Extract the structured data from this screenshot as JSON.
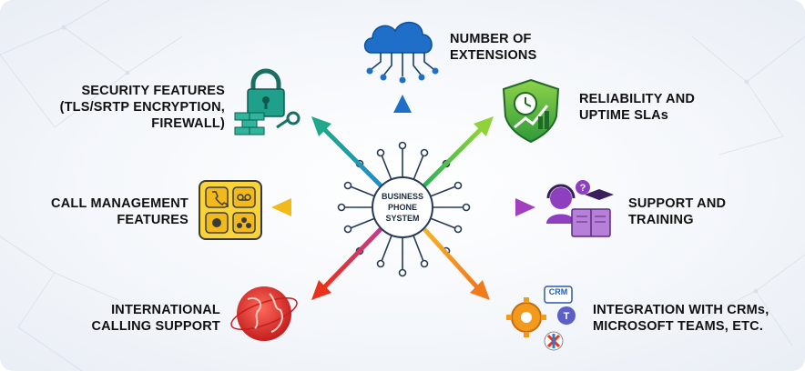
{
  "center": {
    "lines": [
      "BUSINESS",
      "PHONE",
      "SYSTEM"
    ]
  },
  "features": {
    "extensions": {
      "lines": [
        "NUMBER OF",
        "EXTENSIONS"
      ],
      "icon": "cloud-network-icon",
      "color": "#1f7bd6"
    },
    "reliability": {
      "lines": [
        "RELIABILITY AND",
        "UPTIME SLAs"
      ],
      "icon": "shield-clock-icon",
      "color": "#6cc12a"
    },
    "support": {
      "lines": [
        "SUPPORT AND",
        "TRAINING"
      ],
      "icon": "headset-book-icon",
      "color": "#8e3fbf"
    },
    "integration": {
      "lines": [
        "INTEGRATION WITH CRMs,",
        "MICROSOFT TEAMS, ETC."
      ],
      "icon": "gear-integrations-icon",
      "color": "#f08a1c",
      "badges": [
        "CRM"
      ]
    },
    "international": {
      "lines": [
        "INTERNATIONAL",
        "CALLING SUPPORT"
      ],
      "icon": "globe-icon",
      "color": "#e23a2e"
    },
    "call_management": {
      "lines": [
        "CALL MANAGEMENT",
        "FEATURES"
      ],
      "icon": "phone-features-icon",
      "color": "#f4c51c"
    },
    "security": {
      "lines": [
        "SECURITY FEATURES",
        "(TLS/SRTP ENCRYPTION,",
        "FIREWALL)"
      ],
      "icon": "padlock-firewall-icon",
      "color": "#1fa08a"
    }
  }
}
